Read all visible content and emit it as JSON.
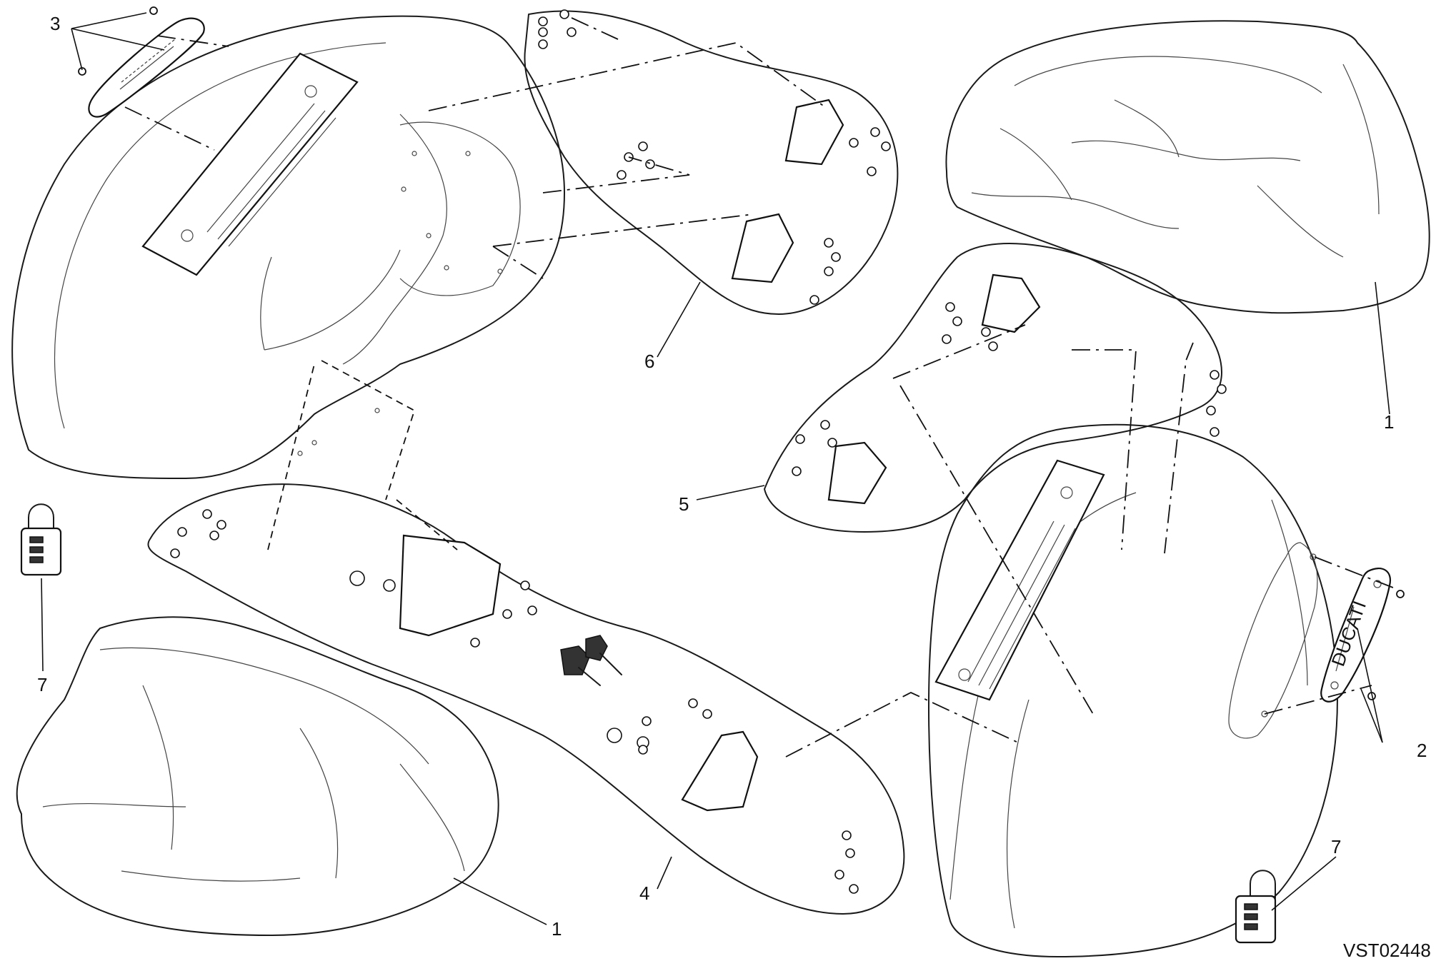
{
  "callouts": [
    {
      "id": "c1a",
      "text": "1"
    },
    {
      "id": "c1b",
      "text": "1"
    },
    {
      "id": "c2",
      "text": "2"
    },
    {
      "id": "c3",
      "text": "3"
    },
    {
      "id": "c4",
      "text": "4"
    },
    {
      "id": "c5",
      "text": "5"
    },
    {
      "id": "c6",
      "text": "6"
    },
    {
      "id": "c7a",
      "text": "7"
    },
    {
      "id": "c7b",
      "text": "7"
    }
  ],
  "drawing_code": "VST02448",
  "logo_lettering": "DUCATI"
}
